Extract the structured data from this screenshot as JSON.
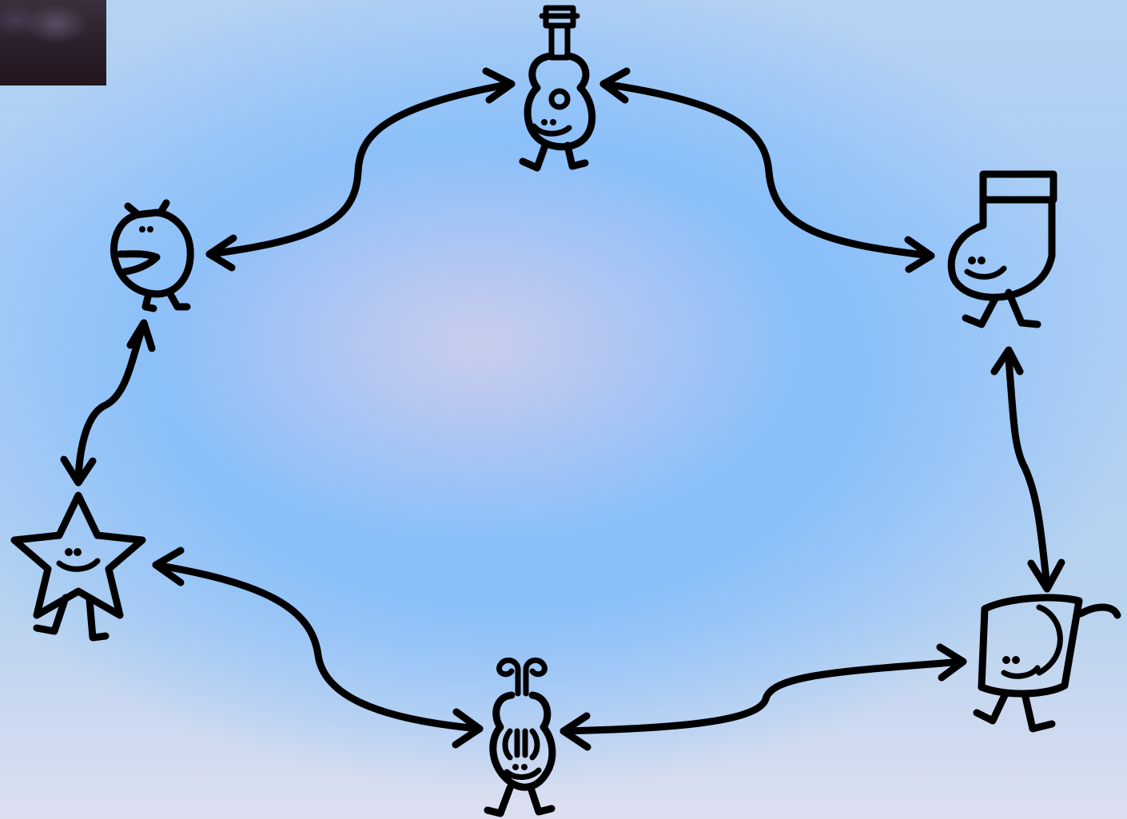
{
  "scene": {
    "type": "creature-link-map",
    "icon_style": "black-outline"
  },
  "thumbnail": {
    "icon": "thumbnail-image"
  },
  "nodes": [
    {
      "id": "guitar",
      "icon": "guitar-creature-icon"
    },
    {
      "id": "sock",
      "icon": "sock-creature-icon"
    },
    {
      "id": "cup",
      "icon": "cup-creature-icon"
    },
    {
      "id": "violin",
      "icon": "violin-creature-icon"
    },
    {
      "id": "star",
      "icon": "star-creature-icon"
    },
    {
      "id": "blob",
      "icon": "blob-creature-icon"
    }
  ],
  "links": [
    {
      "from": "guitar",
      "to": "blob",
      "direction": "both"
    },
    {
      "from": "guitar",
      "to": "sock",
      "direction": "both"
    },
    {
      "from": "sock",
      "to": "cup",
      "direction": "both"
    },
    {
      "from": "cup",
      "to": "violin",
      "direction": "both"
    },
    {
      "from": "violin",
      "to": "star",
      "direction": "both"
    },
    {
      "from": "star",
      "to": "blob",
      "direction": "both"
    }
  ]
}
